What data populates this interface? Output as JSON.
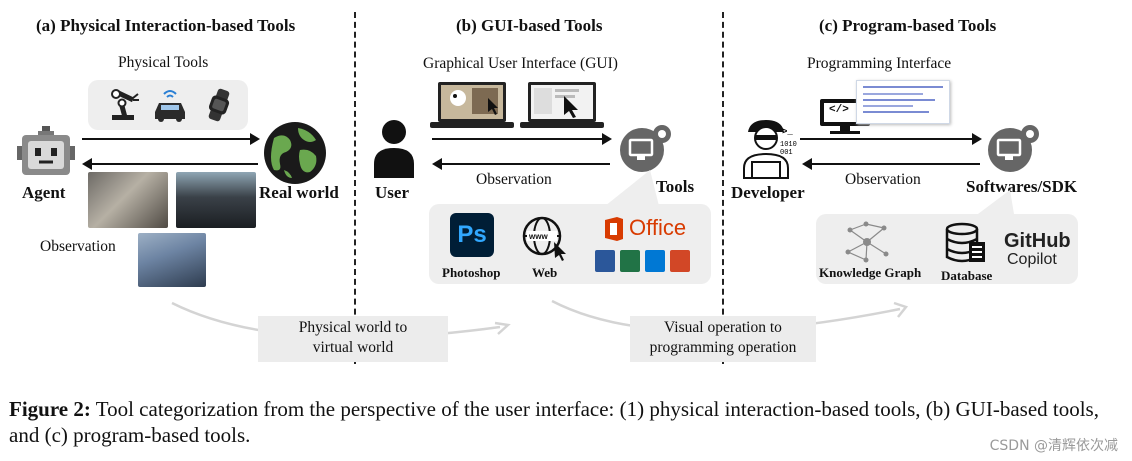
{
  "sections": {
    "a": {
      "title": "(a) Physical Interaction-based Tools",
      "tools_label": "Physical  Tools",
      "agent_label": "Agent",
      "world_label": "Real world",
      "observation_label": "Observation"
    },
    "b": {
      "title": "(b) GUI-based Tools",
      "gui_label": "Graphical User Interface (GUI)",
      "user_label": "User",
      "tools_label": "Tools",
      "observation_label": "Observation",
      "apps": {
        "photoshop_icon_text": "Ps",
        "photoshop_label": "Photoshop",
        "web_icon_text": "www",
        "web_label": "Web",
        "office_label": "Office"
      }
    },
    "c": {
      "title": "(c) Program-based Tools",
      "interface_label": "Programming Interface",
      "developer_label": "Developer",
      "sdk_label": "Softwares/SDK",
      "observation_label": "Observation",
      "code_tag": "</>",
      "items": {
        "kg_label": "Knowledge Graph",
        "db_label": "Database",
        "github_label": "GitHub",
        "copilot_label": "Copilot"
      }
    }
  },
  "transitions": {
    "first_line1": "Physical world to",
    "first_line2": "virtual world",
    "second_line1": "Visual operation to",
    "second_line2": "programming operation"
  },
  "caption": {
    "label": "Figure 2:",
    "text": " Tool categorization from the perspective of the user interface: (1) physical interaction-based tools, (b) GUI-based tools, and (c) program-based tools."
  },
  "watermark": "CSDN @清辉依次减",
  "colors": {
    "panel_grey": "#eeeeee",
    "photoshop_bg": "#001e36",
    "photoshop_blue": "#31a8ff",
    "office_red": "#d83b01",
    "word_blue": "#2b579a",
    "excel_green": "#217346",
    "outlook_blue": "#0078d4",
    "powerpoint_orange": "#d24726",
    "globe_green": "#6aa84f",
    "globe_dark": "#1a1a1a"
  },
  "icons": [
    "robot-arm-icon",
    "car-icon",
    "smartwatch-icon",
    "robot-agent-icon",
    "globe-icon",
    "user-icon",
    "monitor-gear-icon",
    "developer-icon",
    "code-monitor-icon",
    "database-icon",
    "knowledge-graph-icon"
  ]
}
